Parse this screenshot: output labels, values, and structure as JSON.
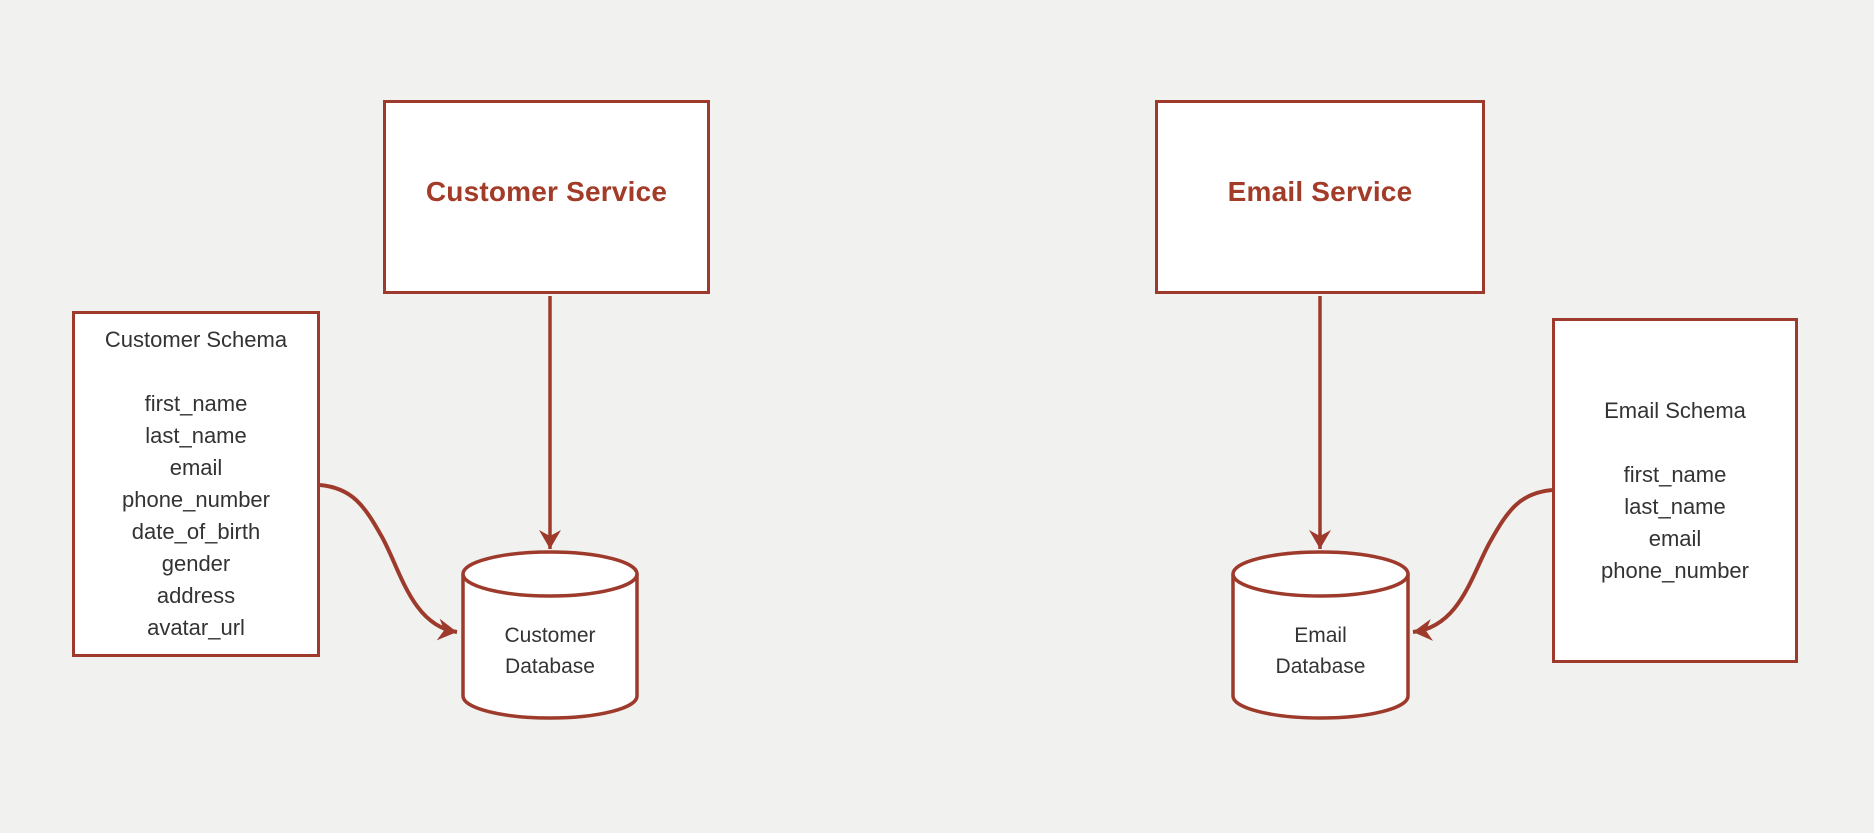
{
  "diagram": {
    "colors": {
      "background": "#f1f1ef",
      "accent": "#9e3a2b",
      "node_fill": "#ffffff",
      "title_text": "#a23b28",
      "body_text": "#333333"
    },
    "customer_service": {
      "label": "Customer Service"
    },
    "email_service": {
      "label": "Email Service"
    },
    "customer_schema": {
      "title": "Customer Schema",
      "fields": [
        "first_name",
        "last_name",
        "email",
        "phone_number",
        "date_of_birth",
        "gender",
        "address",
        "avatar_url"
      ]
    },
    "email_schema": {
      "title": "Email Schema",
      "fields": [
        "first_name",
        "last_name",
        "email",
        "phone_number"
      ]
    },
    "customer_database": {
      "lines": [
        "Customer",
        "Database"
      ]
    },
    "email_database": {
      "lines": [
        "Email",
        "Database"
      ]
    }
  }
}
